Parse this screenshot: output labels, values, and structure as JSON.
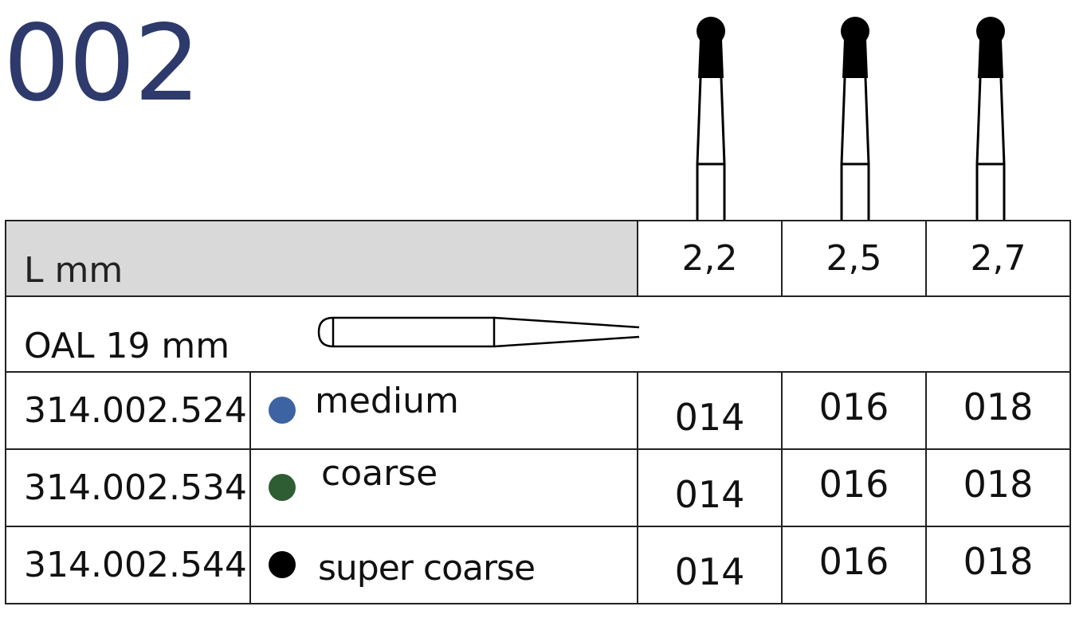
{
  "title": "002",
  "colors": {
    "title": "#2e3a6b",
    "header_shade": "#d9d9d9",
    "medium": "#3d63a3",
    "coarse": "#2f5d33",
    "super_coarse": "#000000"
  },
  "bur_icon": "round-bur-icon",
  "shank_icon": "shank-icon",
  "table": {
    "length_label": "L mm",
    "oal_label": "OAL 19 mm",
    "lengths": [
      "2,2",
      "2,5",
      "2,7"
    ],
    "rows": [
      {
        "article": "314.002.524",
        "grit": "medium",
        "dot": "#3d63a3",
        "codes": [
          "014",
          "016",
          "018"
        ]
      },
      {
        "article": "314.002.534",
        "grit": "coarse",
        "dot": "#2f5d33",
        "codes": [
          "014",
          "016",
          "018"
        ]
      },
      {
        "article": "314.002.544",
        "grit": "super coarse",
        "dot": "#000000",
        "codes": [
          "014",
          "016",
          "018"
        ]
      }
    ]
  }
}
